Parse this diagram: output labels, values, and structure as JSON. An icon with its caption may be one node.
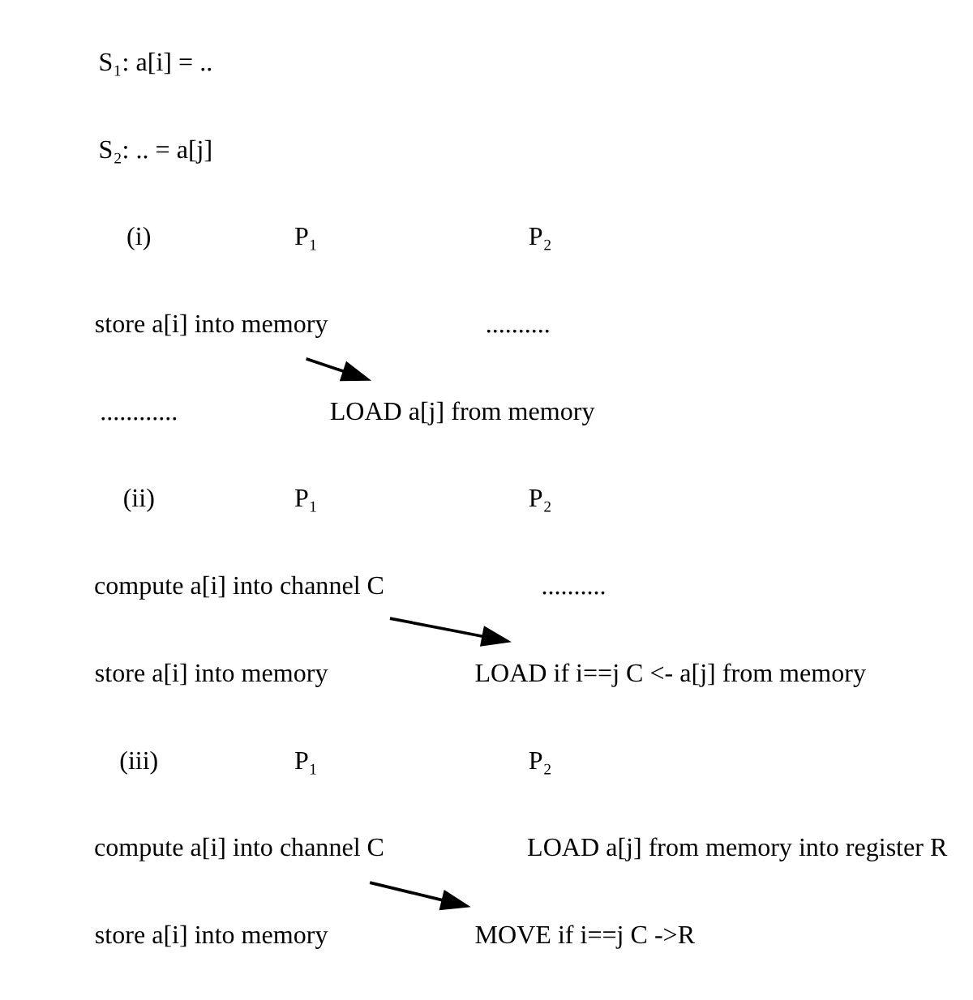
{
  "diagram": {
    "nodes": [
      {
        "text": [
          "store a[i] into memory"
        ]
      },
      {
        "text": [
          "LOAD a[j] from memory"
        ]
      },
      {
        "text": [
          "compute a[i] into channel C"
        ]
      },
      {
        "text": [
          "LOAD if i==j C <- a[j] from memory"
        ]
      },
      {
        "text": [
          "compute a[i] into channel C"
        ]
      },
      {
        "text": [
          "MOVE if i==j C ->R"
        ]
      }
    ],
    "edges": [
      {
        "from": 0,
        "to": 1,
        "arrow": "to"
      },
      {
        "from": 2,
        "to": 3,
        "arrow": "to"
      },
      {
        "from": 4,
        "to": 5,
        "arrow": "to"
      }
    ],
    "labels": [
      "S₁: a[i] = ..",
      "S₂: .. = a[j]",
      "(i)",
      "P₁",
      "P₂",
      "..........",
      "............",
      "(ii)",
      "P₁",
      "P₂",
      "store a[i] into memory",
      "..........",
      "(iii)",
      "P₁",
      "P₂",
      "LOAD a[j] from memory into register R",
      "store a[i] into memory"
    ]
  }
}
